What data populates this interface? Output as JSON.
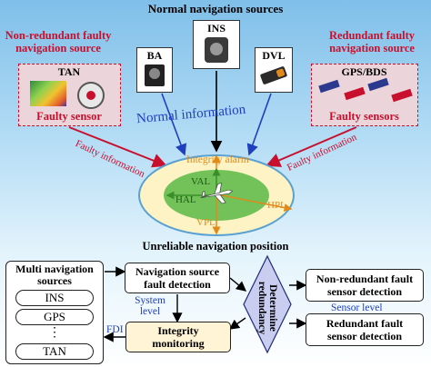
{
  "top": {
    "normal_sources": "Normal navigation sources",
    "non_redundant_title_1": "Non-redundant faulty",
    "non_redundant_title_2": "navigation source",
    "redundant_title_1": "Redundant faulty",
    "redundant_title_2": "navigation source"
  },
  "sensors": {
    "ba": "BA",
    "ins": "INS",
    "dvl": "DVL",
    "tan": "TAN",
    "gps_bds": "GPS/BDS",
    "faulty_sensor": "Faulty sensor",
    "faulty_sensors": "Faulty sensors"
  },
  "middle": {
    "normal_information": "Normal information",
    "faulty_information_left": "Faulty information",
    "faulty_information_right": "Faulty information",
    "integrity_alarm": "Integrity alarm",
    "val": "VAL",
    "hal": "HAL",
    "hpl": "HPL",
    "vpl": "VPL",
    "unreliable": "Unreliable navigation position"
  },
  "bottom": {
    "multi_sources_1": "Multi navigation",
    "multi_sources_2": "sources",
    "list": [
      "INS",
      "GPS",
      "⋮",
      "TAN"
    ],
    "fault_detection_1": "Navigation source",
    "fault_detection_2": "fault detection",
    "system_level_1": "System",
    "system_level_2": "level",
    "integrity_monitoring_1": "Integrity",
    "integrity_monitoring_2": "monitoring",
    "fdi": "FDI",
    "determine_redundancy_1": "Determine",
    "determine_redundancy_2": "redundancy",
    "non_redundant_detect_1": "Non-redundant fault",
    "non_redundant_detect_2": "sensor detection",
    "sensor_level": "Sensor level",
    "redundant_detect_1": "Redundant fault",
    "redundant_detect_2": "sensor detection"
  },
  "colors": {
    "red_label": "#c8102e",
    "blue_label": "#1f3fbf",
    "ellipse_fill": "#fdf3c4",
    "inner_ellipse": "#59b947",
    "dashed_box_fill": "#ecd5da",
    "integrity_box_fill": "#fff4d6",
    "diamond_fill": "#c9cdf0"
  }
}
